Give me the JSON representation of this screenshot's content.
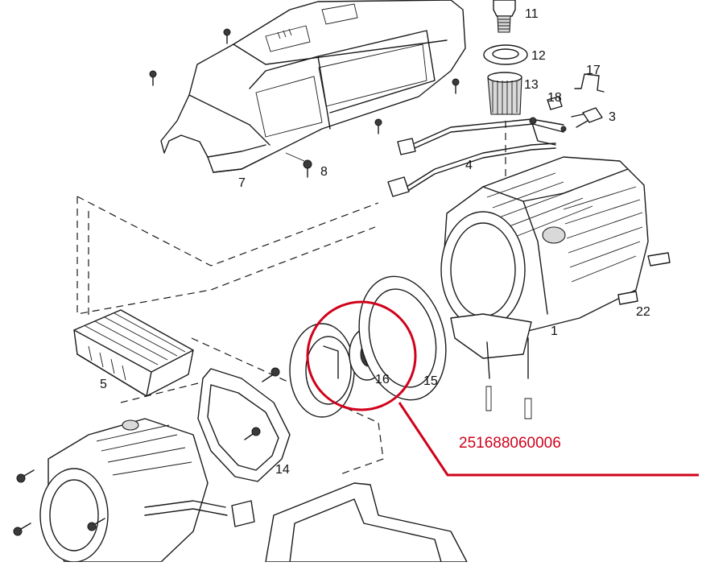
{
  "diagram": {
    "part_labels": [
      {
        "id": "11",
        "text": "11"
      },
      {
        "id": "12",
        "text": "12"
      },
      {
        "id": "13",
        "text": "13"
      },
      {
        "id": "17",
        "text": "17"
      },
      {
        "id": "18",
        "text": "18"
      },
      {
        "id": "3",
        "text": "3"
      },
      {
        "id": "8",
        "text": "8"
      },
      {
        "id": "7",
        "text": "7"
      },
      {
        "id": "4",
        "text": "4"
      },
      {
        "id": "22",
        "text": "22"
      },
      {
        "id": "1",
        "text": "1"
      },
      {
        "id": "5",
        "text": "5"
      },
      {
        "id": "16",
        "text": "16"
      },
      {
        "id": "15",
        "text": "15"
      },
      {
        "id": "14",
        "text": "14"
      }
    ],
    "callout": {
      "part_number": "251688060006",
      "highlighted_part": "16",
      "color": "#d0021b"
    }
  }
}
